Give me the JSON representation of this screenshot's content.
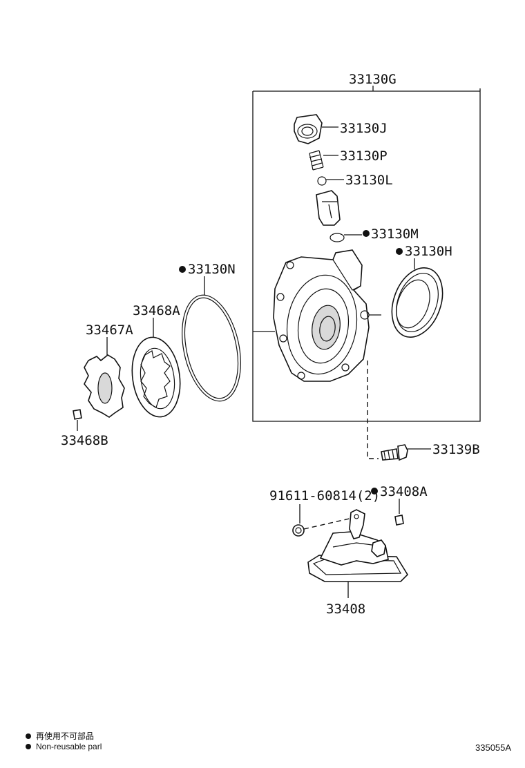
{
  "parts": {
    "p33130G": "33130G",
    "p33130J": "33130J",
    "p33130P": "33130P",
    "p33130L": "33130L",
    "p33130M": "33130M",
    "p33130H": "33130H",
    "p33130N": "33130N",
    "p33468A": "33468A",
    "p33467A": "33467A",
    "p33468B": "33468B",
    "p33139B": "33139B",
    "p91611": "91611-60814(2)",
    "p33408A": "33408A",
    "p33408": "33408"
  },
  "legend": {
    "line1": "再使用不可部品",
    "line2": "Non-reusable parl"
  },
  "diagram_code": "335055A"
}
